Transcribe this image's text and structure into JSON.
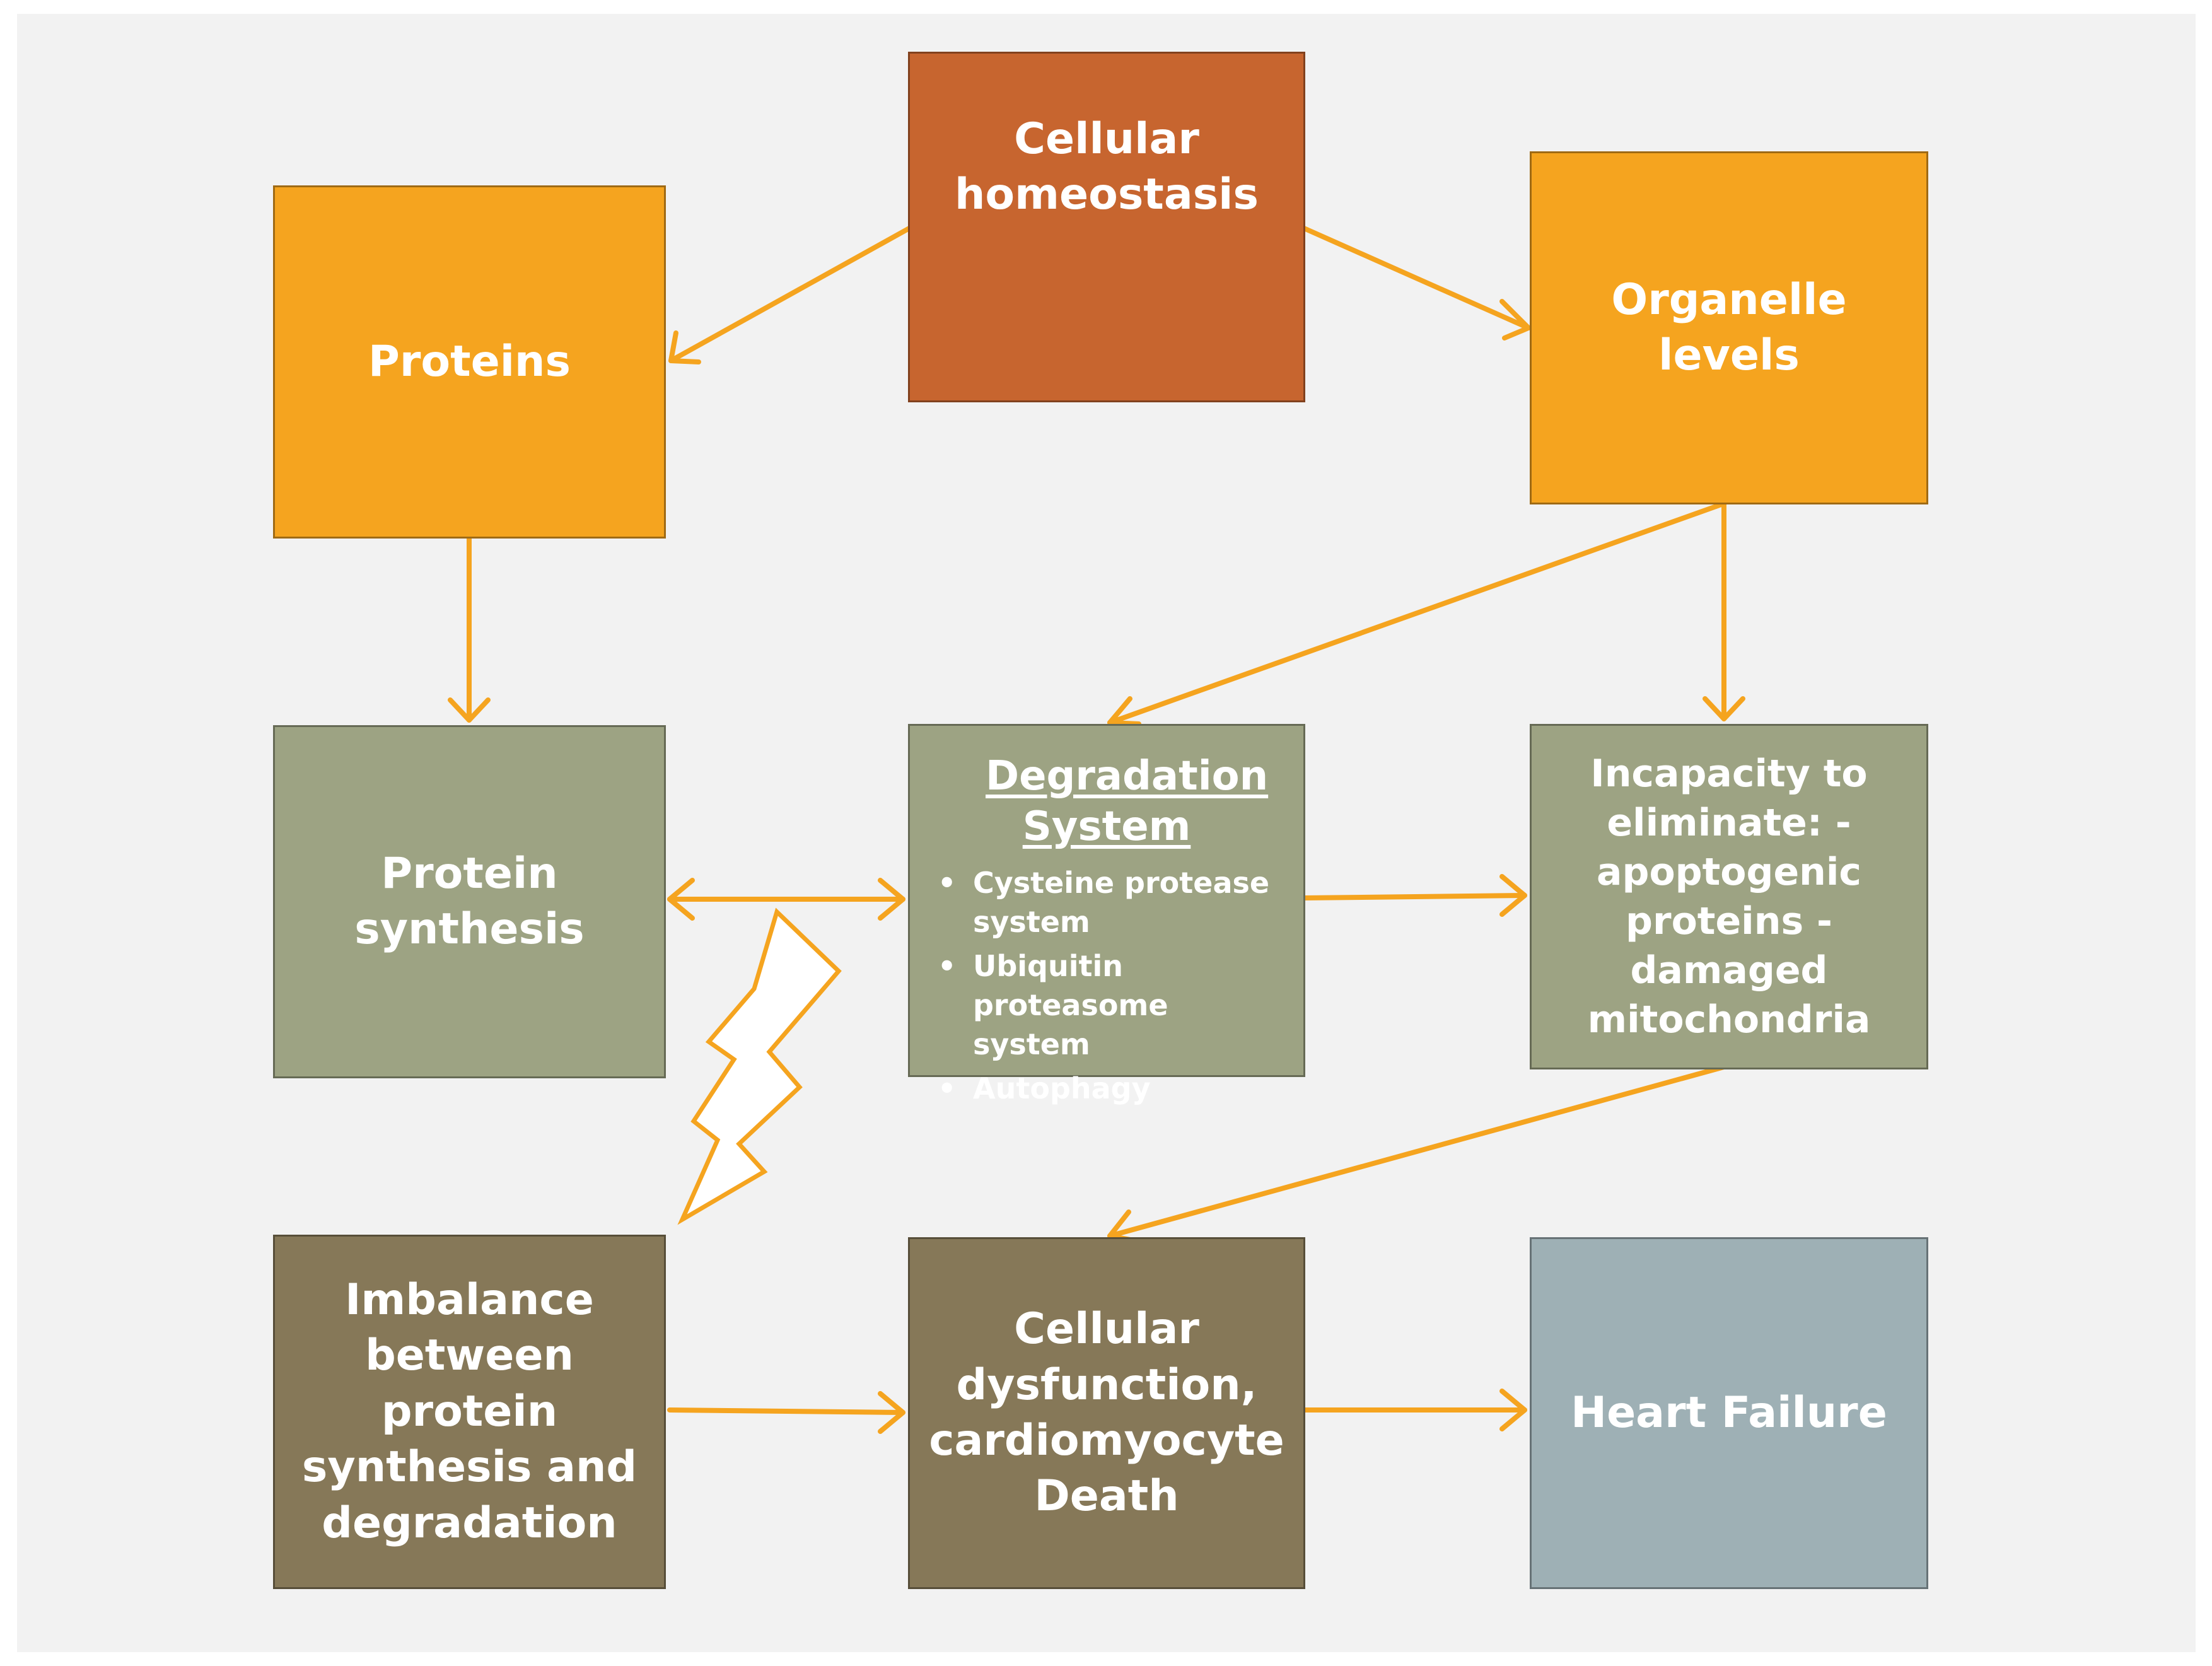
{
  "colors": {
    "arrow": "#f5a41f",
    "cellular_homeostasis": "#c7652f",
    "proteins": "#f5a41f",
    "organelle_levels": "#f5a41f",
    "sage_boxes": "#9da383",
    "brown_boxes": "#867858",
    "heart_failure": "#9eb0b5",
    "panel_background": "#f2f2f2"
  },
  "nodes": {
    "cellular_homeostasis": "Cellular homeostasis",
    "proteins": "Proteins",
    "organelle_levels": "Organelle levels",
    "protein_synthesis": "Protein synthesis",
    "degradation_system": {
      "title": "Degradation System",
      "items": [
        "Cysteine protease system",
        "Ubiquitin proteasome system",
        "Autophagy"
      ],
      "bullet": "•"
    },
    "incapacity": "Incapacity to eliminate: - apoptogenic proteins - damaged mitochondria",
    "imbalance": "Imbalance between protein synthesis and degradation",
    "cellular_dysfunction": "Cellular dysfunction, cardiomyocyte Death",
    "heart_failure": "Heart Failure"
  },
  "edges": [
    {
      "from": "cellular_homeostasis",
      "to": "proteins"
    },
    {
      "from": "cellular_homeostasis",
      "to": "organelle_levels"
    },
    {
      "from": "proteins",
      "to": "protein_synthesis"
    },
    {
      "from": "organelle_levels",
      "to": "degradation_system"
    },
    {
      "from": "organelle_levels",
      "to": "incapacity"
    },
    {
      "from": "protein_synthesis",
      "to": "degradation_system",
      "bidirectional": true
    },
    {
      "from": "degradation_system",
      "to": "incapacity"
    },
    {
      "from": "incapacity",
      "to": "cellular_dysfunction"
    },
    {
      "from": "imbalance",
      "to": "cellular_dysfunction"
    },
    {
      "from": "cellular_dysfunction",
      "to": "heart_failure"
    }
  ],
  "icons": {
    "lightning": "lightning-bolt-icon"
  }
}
